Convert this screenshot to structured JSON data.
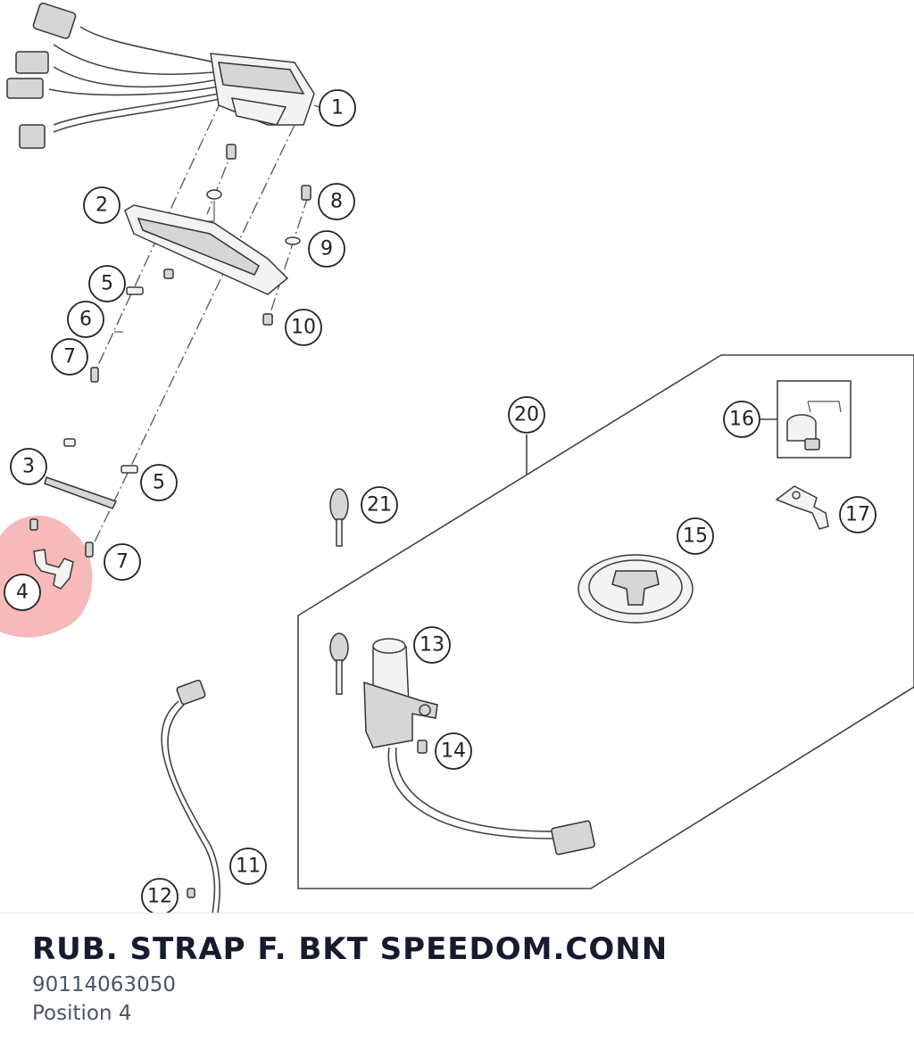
{
  "diagram": {
    "callouts": [
      {
        "label": "1"
      },
      {
        "label": "2"
      },
      {
        "label": "8"
      },
      {
        "label": "9"
      },
      {
        "label": "5"
      },
      {
        "label": "6"
      },
      {
        "label": "7"
      },
      {
        "label": "10"
      },
      {
        "label": "3"
      },
      {
        "label": "5"
      },
      {
        "label": "7"
      },
      {
        "label": "4"
      },
      {
        "label": "20"
      },
      {
        "label": "16"
      },
      {
        "label": "21"
      },
      {
        "label": "17"
      },
      {
        "label": "15"
      },
      {
        "label": "13"
      },
      {
        "label": "14"
      },
      {
        "label": "11"
      },
      {
        "label": "12"
      }
    ],
    "highlight": {
      "label": "4",
      "color": "#f08080"
    }
  },
  "part": {
    "title": "RUB. STRAP F. BKT SPEEDOM.CONN",
    "number": "90114063050",
    "position": "Position 4"
  }
}
